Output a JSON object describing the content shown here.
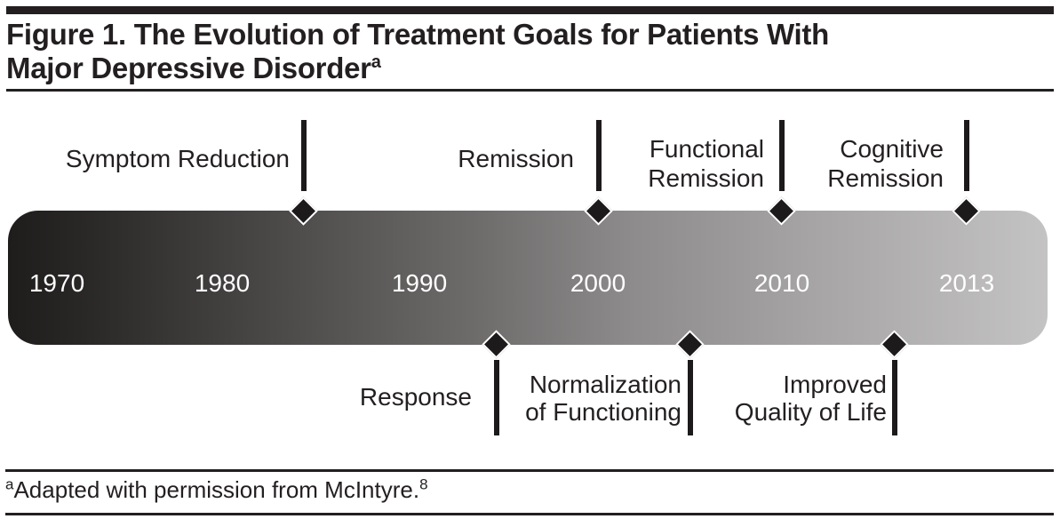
{
  "figure": {
    "title": "Figure 1. The Evolution of Treatment Goals for Patients With",
    "title_line2": "Major Depressive Disorder",
    "title_superscript": "a",
    "footnote_superscript": "a",
    "footnote_text": "Adapted with permission from McIntyre.",
    "footnote_ref": "8"
  },
  "timeline": {
    "description": "Gradient timeline bar from dark (1970) to light gray (2013)",
    "bar_gradient_start": "#1f1c1c",
    "bar_gradient_end": "#c4c3c3",
    "marker_color": "#1d1a1b",
    "year_text_color": "#ffffff",
    "years": [
      {
        "label": "1970"
      },
      {
        "label": "1980"
      },
      {
        "label": "1990"
      },
      {
        "label": "2000"
      },
      {
        "label": "2010"
      },
      {
        "label": "2013"
      }
    ],
    "top_milestones": [
      {
        "label": "Symptom Reduction"
      },
      {
        "label": "Remission"
      },
      {
        "label": "Functional\nRemission"
      },
      {
        "label": "Cognitive\nRemission"
      }
    ],
    "bottom_milestones": [
      {
        "label": "Response"
      },
      {
        "label": "Normalization\nof Functioning"
      },
      {
        "label": "Improved\nQuality of Life"
      }
    ]
  }
}
